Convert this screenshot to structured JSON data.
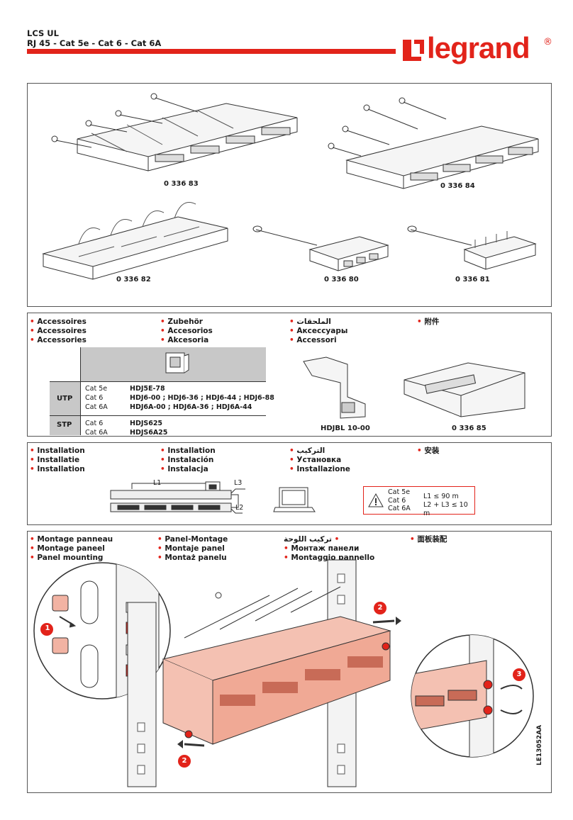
{
  "header": {
    "line1": "LCS UL",
    "line2": "RJ 45 - Cat 5e - Cat 6 - Cat 6A",
    "brand": "legrand",
    "brand_reg": "®",
    "brand_color": "#e2231a"
  },
  "products": {
    "p1": "0 336 83",
    "p2": "0 336 84",
    "p3": "0 336 82",
    "p4": "0 336 80",
    "p5": "0 336 81"
  },
  "accessories": {
    "col1": [
      "Accessoires",
      "Accessoires",
      "Accessories"
    ],
    "col2": [
      "Zubehör",
      "Accesorios",
      "Akcesoria"
    ],
    "col3": [
      "الملحقات",
      "Аксессуары",
      "Accessori"
    ],
    "col4": [
      "附件"
    ],
    "table": {
      "utp_label": "UTP",
      "stp_label": "STP",
      "rows": [
        {
          "cat": "Cat 5e",
          "ref": "HDJ5E-78"
        },
        {
          "cat": "Cat 6",
          "ref": "HDJ6-00 ; HDJ6-36 ; HDJ6-44 ; HDJ6-88"
        },
        {
          "cat": "Cat 6A",
          "ref": "HDJ6A-00 ; HDJ6A-36 ; HDJ6A-44"
        },
        {
          "cat": "Cat 6",
          "ref": "HDJS625"
        },
        {
          "cat": "Cat 6A",
          "ref": "HDJS6A25"
        }
      ]
    },
    "item1": "HDJBL 10-00",
    "item2": "0 336 85"
  },
  "installation": {
    "col1": [
      "Installation",
      "Installatie",
      "Installation"
    ],
    "col2": [
      "Installation",
      "Instalación",
      "Instalacja"
    ],
    "col3": [
      "التركيب",
      "Установка",
      "Installazione"
    ],
    "col4": [
      "安装"
    ],
    "l1": "L1",
    "l2": "L2",
    "l3": "L3",
    "warn_cats": [
      "Cat 5e",
      "Cat 6",
      "Cat 6A"
    ],
    "warn_rules": [
      "L1 ≤ 90 m",
      "L2 + L3 ≤ 10 m"
    ]
  },
  "mounting": {
    "col1": [
      "Montage panneau",
      "Montage paneel",
      "Panel mounting"
    ],
    "col2": [
      "Panel-Montage",
      "Montaje panel",
      "Montaż panelu"
    ],
    "col3": [
      "تركيب اللوحة",
      "Монтаж панели",
      "Montaggio pannello"
    ],
    "col4": [
      "面板装配"
    ],
    "steps": [
      "1",
      "2",
      "2",
      "3"
    ]
  },
  "doc_ref": "LE13052AA"
}
